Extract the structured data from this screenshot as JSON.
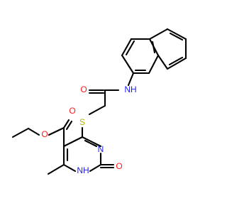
{
  "diagram": {
    "type": "chemical-structure",
    "colors": {
      "background": "#ffffff",
      "bond": "#000000",
      "nitrogen": "#1d1df2",
      "oxygen": "#ff1a1a",
      "sulfur": "#b3b312"
    },
    "labels": {
      "nh_amide": "NH",
      "o_amide": "O",
      "s_thioether": "S",
      "o_ester_carbonyl": "O",
      "o_ester_ether": "O",
      "n_ring": "N",
      "nh_ring": "NH",
      "o_ring": "O"
    }
  }
}
